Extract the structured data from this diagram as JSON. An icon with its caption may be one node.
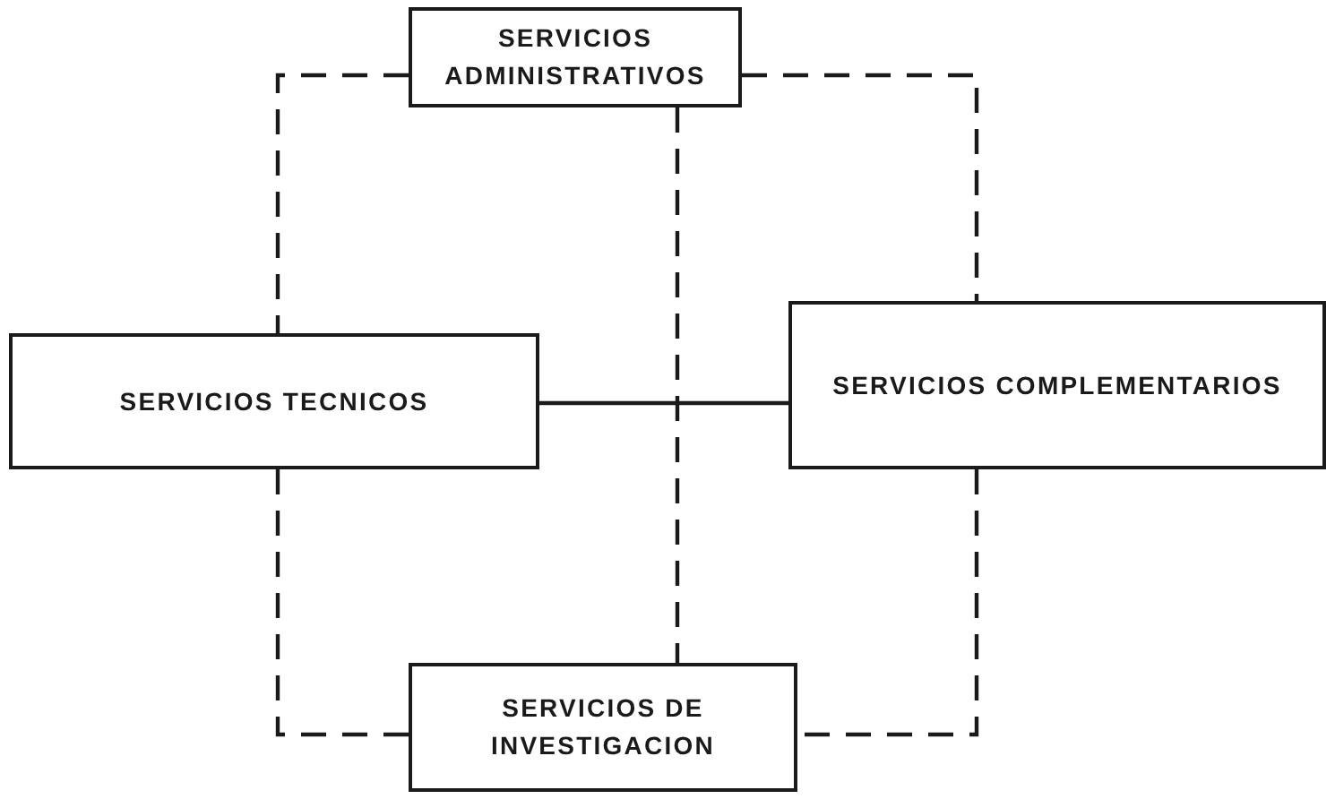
{
  "diagram": {
    "nodes": [
      {
        "text": [
          "SERVICIOS ADMINISTRATIVOS"
        ]
      },
      {
        "text": [
          "SERVICIOS TECNICOS"
        ]
      },
      {
        "text": [
          "SERVICIOS COMPLEMENTARIOS"
        ]
      },
      {
        "text": [
          "SERVICIOS DE INVESTIGACION"
        ]
      }
    ],
    "edges": [
      {
        "from": 0,
        "to": 1,
        "arrow": "none",
        "style": "dashed"
      },
      {
        "from": 0,
        "to": 2,
        "arrow": "none",
        "style": "dashed"
      },
      {
        "from": 0,
        "to": 3,
        "arrow": "none",
        "style": "dashed"
      },
      {
        "from": 1,
        "to": 2,
        "arrow": "none"
      },
      {
        "from": 1,
        "to": 3,
        "arrow": "none",
        "style": "dashed"
      },
      {
        "from": 2,
        "to": 3,
        "arrow": "none",
        "style": "dashed"
      }
    ]
  }
}
